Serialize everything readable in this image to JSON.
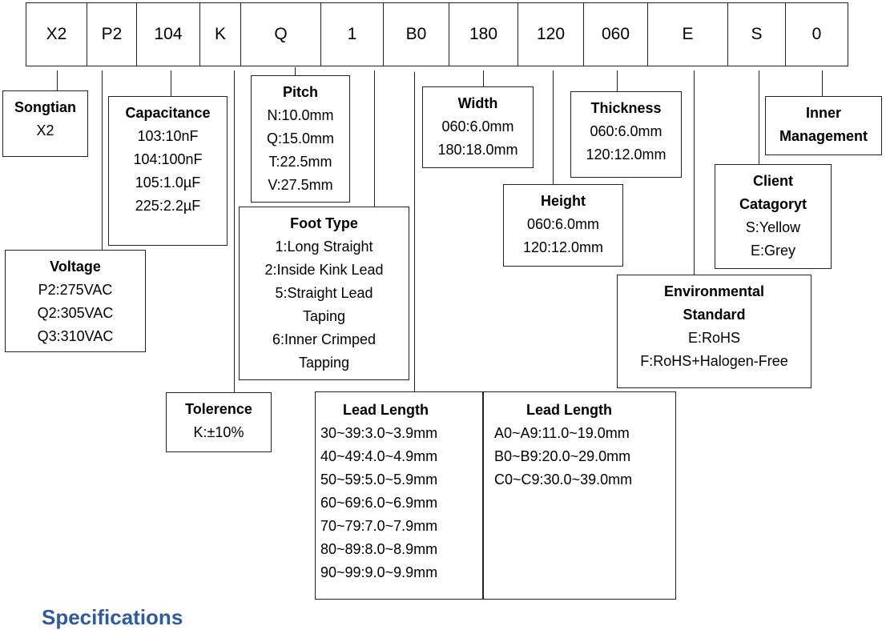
{
  "code": [
    "X2",
    "P2",
    "104",
    "K",
    "Q",
    "1",
    "B0",
    "180",
    "120",
    "060",
    "E",
    "S",
    "0"
  ],
  "boxes": {
    "songtian": {
      "title": "Songtian",
      "lines": [
        "X2"
      ]
    },
    "capacitance": {
      "title": "Capacitance",
      "lines": [
        "103:10nF",
        "104:100nF",
        "105:1.0µF",
        "225:2.2µF"
      ]
    },
    "voltage": {
      "title": "Voltage",
      "lines": [
        "P2:275VAC",
        "Q2:305VAC",
        "Q3:310VAC"
      ]
    },
    "tolerence": {
      "title": "Tolerence",
      "lines": [
        "K:±10%"
      ]
    },
    "pitch": {
      "title": "Pitch",
      "lines": [
        "N:10.0mm",
        "Q:15.0mm",
        "T:22.5mm",
        "V:27.5mm"
      ]
    },
    "foot": {
      "title": "Foot Type",
      "lines": [
        "1:Long Straight",
        "2:Inside Kink Lead",
        "5:Straight Lead",
        "Taping",
        "6:Inner Crimped",
        "Tapping"
      ]
    },
    "width": {
      "title": "Width",
      "lines": [
        "060:6.0mm",
        "180:18.0mm"
      ]
    },
    "height": {
      "title": "Height",
      "lines": [
        "060:6.0mm",
        "120:12.0mm"
      ]
    },
    "thickness": {
      "title": "Thickness",
      "lines": [
        "060:6.0mm",
        "120:12.0mm"
      ]
    },
    "env": {
      "title": "Environmental",
      "lines": [
        "Standard",
        "E:RoHS",
        "F:RoHS+Halogen-Free"
      ]
    },
    "client": {
      "title": "Client",
      "lines": [
        "Catagoryt",
        "S:Yellow",
        "E:Grey"
      ]
    },
    "inner": {
      "title": "Inner",
      "lines": [
        "Management"
      ]
    }
  },
  "lead_length_1": {
    "title": "Lead Length",
    "lines": [
      "30~39:3.0~3.9mm",
      "40~49:4.0~4.9mm",
      "50~59:5.0~5.9mm",
      "60~69:6.0~6.9mm",
      "70~79:7.0~7.9mm",
      "80~89:8.0~8.9mm",
      "90~99:9.0~9.9mm"
    ]
  },
  "lead_length_2": {
    "title": "Lead Length",
    "lines": [
      "A0~A9:11.0~19.0mm",
      "B0~B9:20.0~29.0mm",
      "C0~C9:30.0~39.0mm"
    ]
  },
  "section_heading": "Specifications"
}
